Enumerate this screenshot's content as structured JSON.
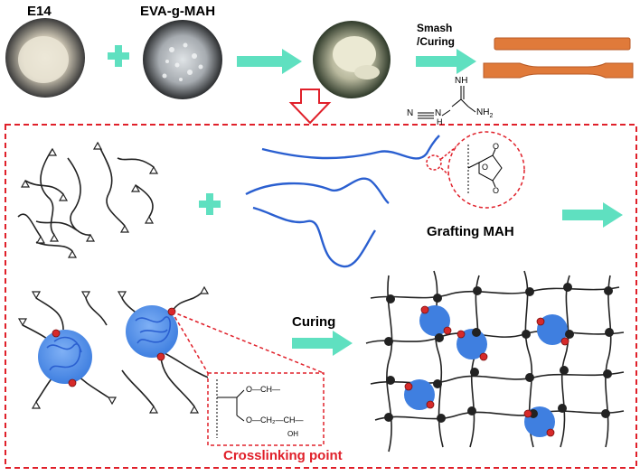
{
  "labels": {
    "e14": "E14",
    "eva": "EVA-g-MAH",
    "smash": "Smash",
    "curing_top": "/Curing",
    "grafting": "Grafting MAH",
    "curing_mid": "Curing",
    "crosslink": "Crosslinking point"
  },
  "dicy": {
    "n_left": "N",
    "nh": "NH",
    "n_mid": "N",
    "h": "H",
    "nh2": "NH",
    "nh2_sub": "2"
  },
  "mah_inset": {
    "o1": "O",
    "o2": "O",
    "o3": "O"
  },
  "crosslink_inset": {
    "row1": "O—CH—",
    "row2": "O—CH₂—CH—",
    "oh": "OH"
  },
  "colors": {
    "accent_arrow": "#5fe0c0",
    "dashed_red": "#e0202a",
    "eva_chain": "#2a5fd0",
    "particle": "#4a86e8",
    "node": "#222222",
    "crosslink_dot": "#d62a2a",
    "specimen": "#e07a3a"
  }
}
